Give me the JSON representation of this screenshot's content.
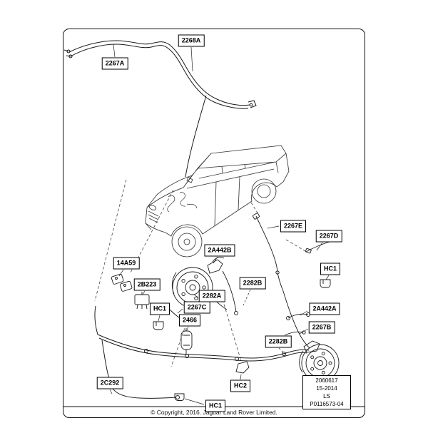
{
  "labels": [
    {
      "text": "2268A"
    },
    {
      "text": "2267A"
    },
    {
      "text": "2267E"
    },
    {
      "text": "2267D"
    },
    {
      "text": "14A59"
    },
    {
      "text": "2A442B"
    },
    {
      "text": "2B223"
    },
    {
      "text": "HC1"
    },
    {
      "text": "2282B"
    },
    {
      "text": "2282A"
    },
    {
      "text": "2267C"
    },
    {
      "text": "HC1"
    },
    {
      "text": "2466"
    },
    {
      "text": "2A442A"
    },
    {
      "text": "2267B"
    },
    {
      "text": "2282B"
    },
    {
      "text": "2C292"
    },
    {
      "text": "HC2"
    },
    {
      "text": "HC1"
    }
  ],
  "info_box": {
    "lines": [
      "2060617",
      "15-2014",
      "LS",
      "P0116573-04"
    ]
  },
  "footer": {
    "copyright": "© Copyright, 2016. Jaguar Land Rover Limited."
  },
  "colors": {
    "diagram_line": "#1a1a1a",
    "vehicle_line": "#3a3a3a",
    "label_border": "#000000",
    "background": "#ffffff"
  }
}
